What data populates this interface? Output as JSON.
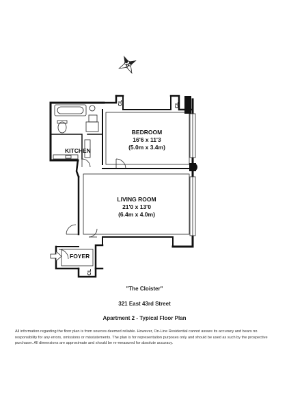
{
  "compass": {
    "letter": "N",
    "icon": "compass-rose-icon"
  },
  "rooms": {
    "bedroom": {
      "name": "BEDROOM",
      "dims_imperial": "16'6 x 11'3",
      "dims_metric": "(5.0m x 3.4m)"
    },
    "living_room": {
      "name": "LIVING ROOM",
      "dims_imperial": "21'0 x 13'0",
      "dims_metric": "(6.4m x 4.0m)"
    },
    "kitchen": {
      "name": "KITCHEN"
    },
    "foyer": {
      "name": "FOYER"
    }
  },
  "closet_label": "CL",
  "entry_icon": "entry-arrow-icon",
  "caption": {
    "building": "\"The Cloister\"",
    "address": "321 East 43rd Street",
    "unit": "Apartment 2 -  Typical Floor Plan"
  },
  "disclaimer": "All information regarding the floor plan is from sources deemed reliable. However, On-Line Residential cannot assure its accuracy and bears no responsibility for any errors, omissions or misstatements. The plan is for representation purposes only and should be used as such by the prospective purchaser. All dimensions are approximate and should be re-measured for absolute accuracy.",
  "colors": {
    "wall": "#111111",
    "line": "#222222",
    "paper": "#ffffff"
  }
}
